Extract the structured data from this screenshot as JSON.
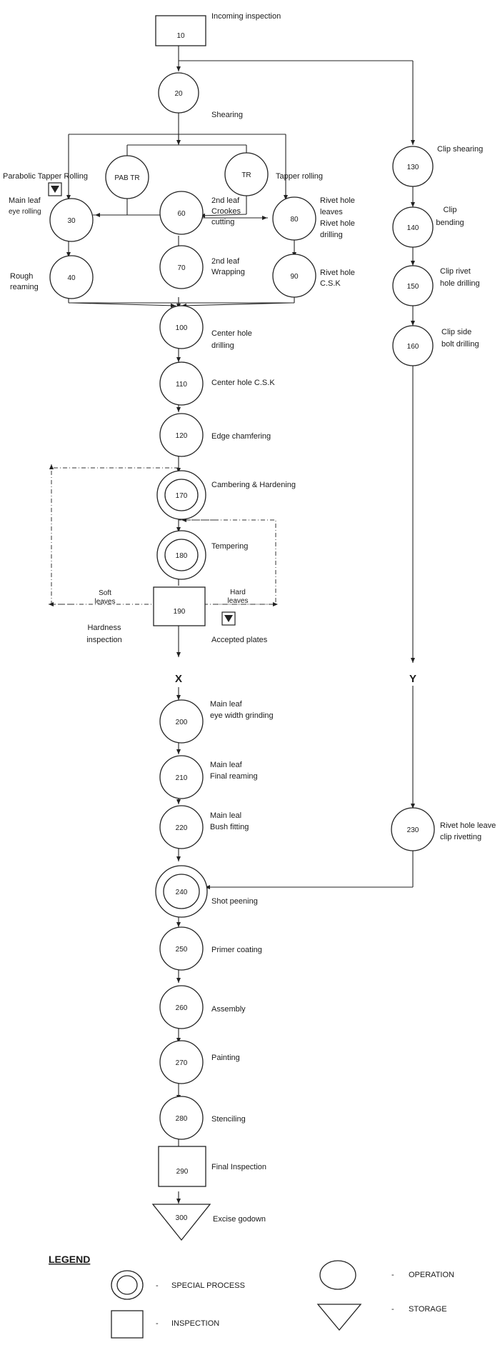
{
  "labels": {
    "n10": [
      "Incoming  inspection"
    ],
    "n20": [
      "Shearing"
    ],
    "pab": [
      "Parabolic Tapper Rolling"
    ],
    "pabtr": [
      "PAB  TR"
    ],
    "tr": [
      "TR"
    ],
    "taprol": [
      "Tapper rolling"
    ],
    "n30": [
      "Main leaf",
      "eye rolling"
    ],
    "n60": [
      "2nd leaf",
      "Crookes",
      "cutting"
    ],
    "n80": [
      "Rivet hole",
      "leaves",
      "Rivet hole",
      "drilling"
    ],
    "n40": [
      "Rough",
      "reaming"
    ],
    "n70": [
      "2nd leaf",
      "Wrapping"
    ],
    "n90": [
      "Rivet hole",
      "C.S.K"
    ],
    "n100": [
      "Center hole",
      "drilling"
    ],
    "n110": [
      "Center hole C.S.K"
    ],
    "n120": [
      "Edge chamfering"
    ],
    "n170": [
      "Cambering & Hardening"
    ],
    "n180": [
      "Tempering"
    ],
    "soft": [
      "Soft",
      "leaves"
    ],
    "hard": [
      "Hard",
      "leaves"
    ],
    "n190": [
      "Hardness",
      "inspection"
    ],
    "accepted": [
      "Accepted plates"
    ],
    "n130": [
      "Clip shearing"
    ],
    "n140": [
      "Clip",
      "bending"
    ],
    "n150": [
      "Clip rivet",
      "hole drilling"
    ],
    "n160": [
      "Clip side",
      "bolt drilling"
    ],
    "x": [
      "X"
    ],
    "y": [
      "Y"
    ],
    "n200": [
      "Main leaf",
      "eye width grinding"
    ],
    "n210": [
      "Main leaf",
      "Final reaming"
    ],
    "n220": [
      "Main leal",
      "Bush fitting"
    ],
    "n230": [
      "Rivet hole leave",
      "clip rivetting"
    ],
    "n240": [
      "Shot peening"
    ],
    "n250": [
      "Primer coating"
    ],
    "n260": [
      "Assembly"
    ],
    "n270": [
      "Painting"
    ],
    "n280": [
      "Stenciling"
    ],
    "n290": [
      "Final Inspection"
    ],
    "n300": [
      "Excise godown"
    ]
  },
  "numbers": {
    "n10": "10",
    "n20": "20",
    "n30": "30",
    "n40": "40",
    "n60": "60",
    "n70": "70",
    "n80": "80",
    "n90": "90",
    "n100": "100",
    "n110": "110",
    "n120": "120",
    "n130": "130",
    "n140": "140",
    "n150": "150",
    "n160": "160",
    "n170": "170",
    "n180": "180",
    "n190": "190",
    "n200": "200",
    "n210": "210",
    "n220": "220",
    "n230": "230",
    "n240": "240",
    "n250": "250",
    "n260": "260",
    "n270": "270",
    "n280": "280",
    "n290": "290",
    "n300": "300"
  },
  "legend": {
    "title": "LEGEND",
    "special_process": "SPECIAL PROCESS",
    "inspection": "INSPECTION",
    "operation": "OPERATION",
    "storage": "STORAGE",
    "dash": "-"
  }
}
